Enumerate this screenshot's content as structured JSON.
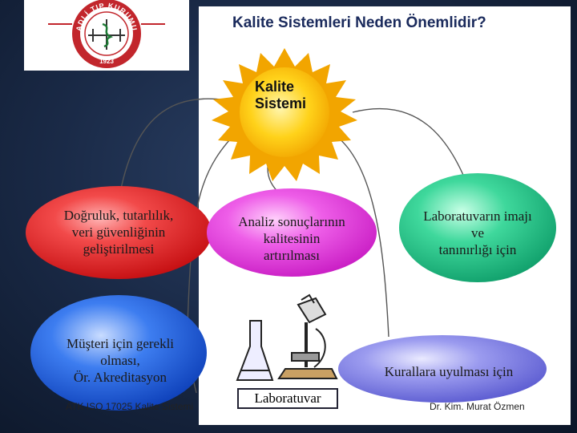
{
  "logo": {
    "ring_top_text": "ADLİ TIP KURUMU",
    "year": "1923"
  },
  "title": "Kalite Sistemleri Neden Önemlidir?",
  "sun": {
    "label": "Kalite\nSistemi"
  },
  "bubbles": [
    {
      "id": "accuracy",
      "text": "Doğruluk, tutarlılık,\nveri güvenliğinin\ngeliştirilmesi",
      "color": "#e8262b"
    },
    {
      "id": "quality",
      "text": "Analiz sonuçlarının\nkalitesinin\nartırılması",
      "color": "#e43ee0"
    },
    {
      "id": "image",
      "text": "Laboratuvarın imajı\nve\ntanınırlığı için",
      "color": "#22c48a"
    },
    {
      "id": "customer",
      "text": "Müşteri için gerekli\nolması,\nÖr. Akreditasyon",
      "color": "#1f63e0"
    },
    {
      "id": "rules",
      "text": "Kurallara uyulması için",
      "color": "#7f7fe6"
    }
  ],
  "lab": {
    "label": "Laboratuvar"
  },
  "footer": {
    "left": "ATK ISO 17025 Kalite Sistemi",
    "right": "Dr. Kim. Murat Özmen"
  },
  "colors": {
    "sun": "#ffd21a",
    "sun_edge": "#f2a500",
    "title": "#1a2a5c",
    "logo_red": "#c2262c"
  }
}
